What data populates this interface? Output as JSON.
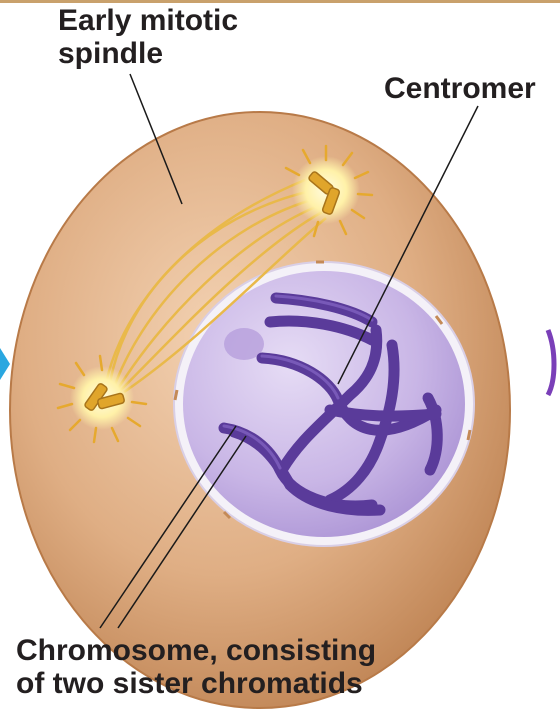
{
  "labels": {
    "spindle_line1": "Early mitotic",
    "spindle_line2": "spindle",
    "centromere": "Centromer",
    "chromosome_line1": "Chromosome, consisting",
    "chromosome_line2": "of two sister chromatids"
  },
  "colors": {
    "cytoplasm": "#d9a77d",
    "cell_outline": "#c48a57",
    "nucleus": "#c9b6e6",
    "nuclear_envelope": "#f4f1f8",
    "chromosome": "#5c3f9c",
    "spindle_fiber": "#f2c14a",
    "centrosome_glow": "#fff6c2",
    "leader_line": "#1a1a1a",
    "arrow": "#2aa7e0"
  }
}
